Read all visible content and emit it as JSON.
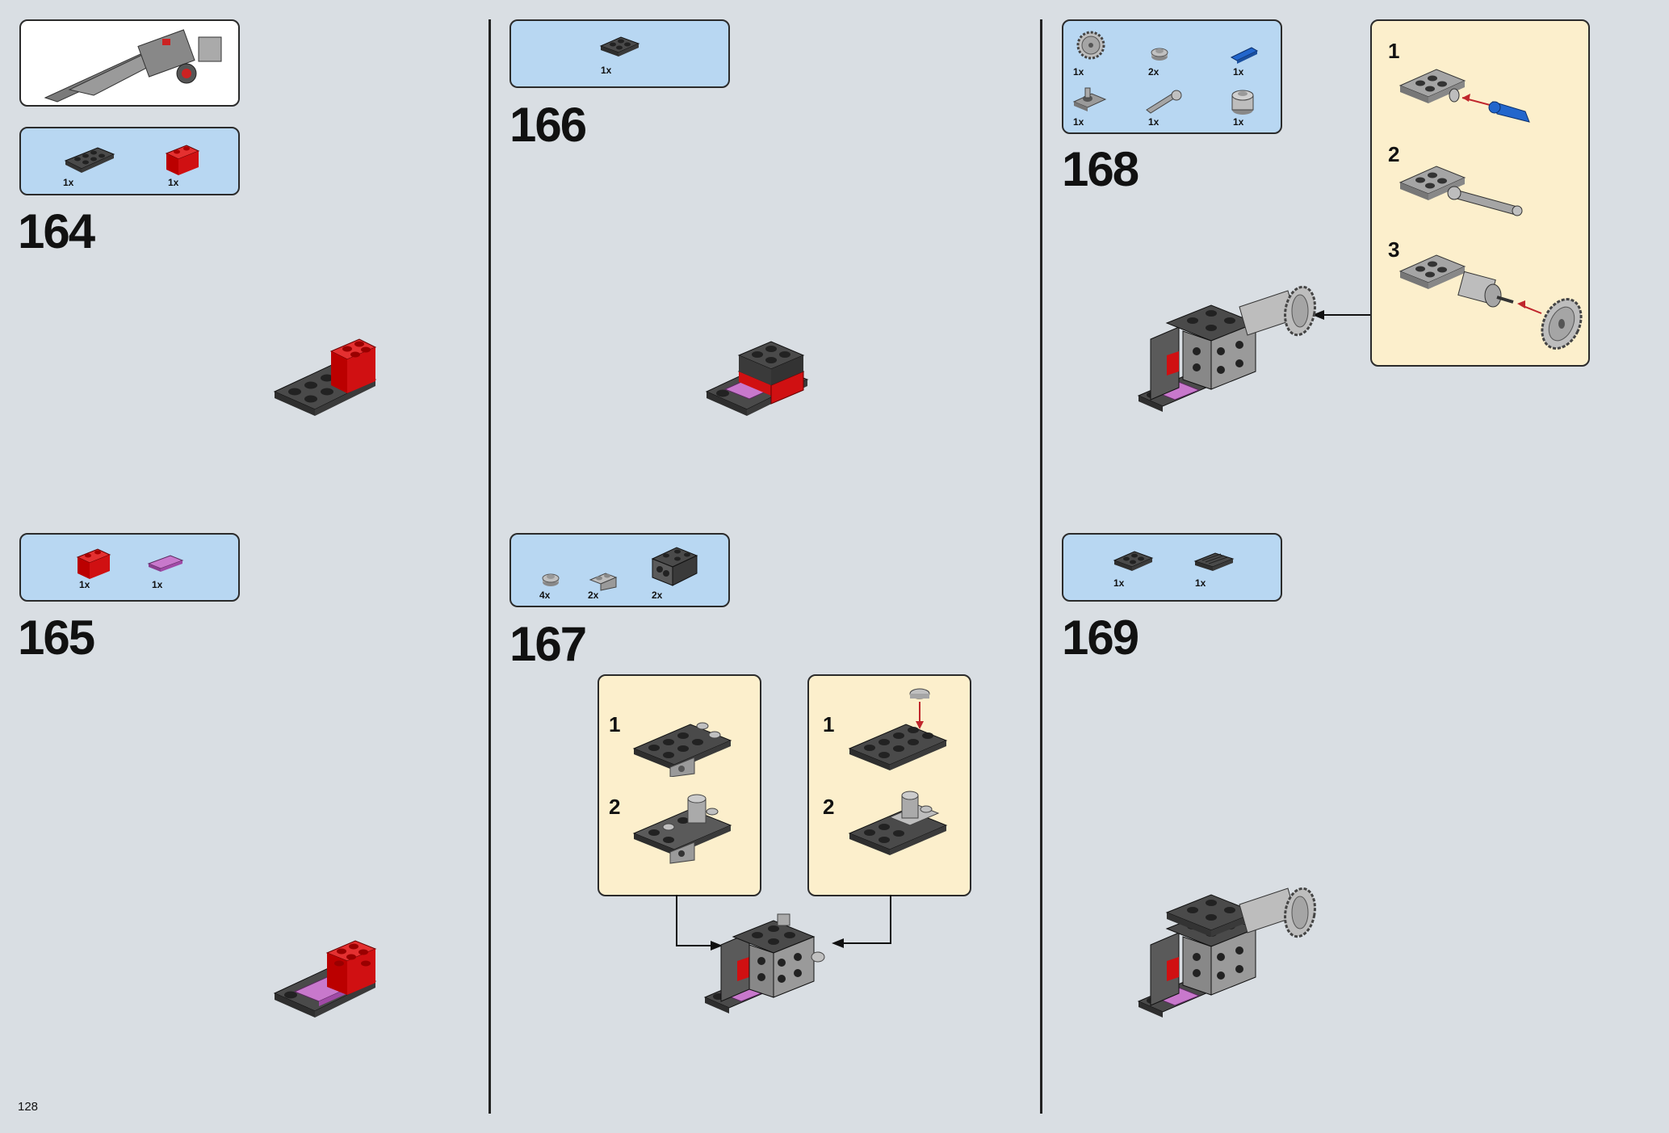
{
  "page_number": "128",
  "colors": {
    "background": "#d9dee3",
    "parts_panel": "#b8d7f2",
    "callout": "#fcefcc",
    "dark_gray": "#4a4a4a",
    "light_gray": "#a5a5a5",
    "red": "#d01012",
    "purple": "#b05bb6",
    "blue": "#2266cc"
  },
  "steps": [
    {
      "number": "164",
      "parts": [
        {
          "icon": "dark-gray-plate-2x4-icon",
          "qty": "1x"
        },
        {
          "icon": "red-brick-1x2-icon",
          "qty": "1x"
        }
      ]
    },
    {
      "number": "165",
      "parts": [
        {
          "icon": "red-brick-1x2-icon",
          "qty": "1x"
        },
        {
          "icon": "purple-tile-1x2-icon",
          "qty": "1x"
        }
      ]
    },
    {
      "number": "166",
      "parts": [
        {
          "icon": "dark-gray-plate-2x2-icon",
          "qty": "1x"
        }
      ]
    },
    {
      "number": "167",
      "parts": [
        {
          "icon": "light-gray-round-plate-icon",
          "qty": "4x"
        },
        {
          "icon": "light-gray-bracket-icon",
          "qty": "2x"
        },
        {
          "icon": "dark-gray-bracket-2x2-icon",
          "qty": "2x"
        }
      ],
      "callouts": [
        {
          "substeps": [
            "1",
            "2"
          ]
        },
        {
          "substeps": [
            "1",
            "2"
          ]
        }
      ]
    },
    {
      "number": "168",
      "parts": [
        {
          "icon": "light-gray-gear-icon",
          "qty": "1x"
        },
        {
          "icon": "light-gray-round-plate-icon",
          "qty": "2x"
        },
        {
          "icon": "blue-axle-pin-icon",
          "qty": "1x"
        },
        {
          "icon": "gray-plate-with-hole-icon",
          "qty": "1x"
        },
        {
          "icon": "light-gray-axle-connector-icon",
          "qty": "1x"
        },
        {
          "icon": "light-gray-cone-icon",
          "qty": "1x"
        }
      ],
      "callouts": [
        {
          "substeps": [
            "1",
            "2",
            "3"
          ]
        }
      ]
    },
    {
      "number": "169",
      "parts": [
        {
          "icon": "dark-gray-plate-2x2-icon",
          "qty": "1x"
        },
        {
          "icon": "dark-gray-grille-plate-icon",
          "qty": "1x"
        }
      ]
    }
  ]
}
